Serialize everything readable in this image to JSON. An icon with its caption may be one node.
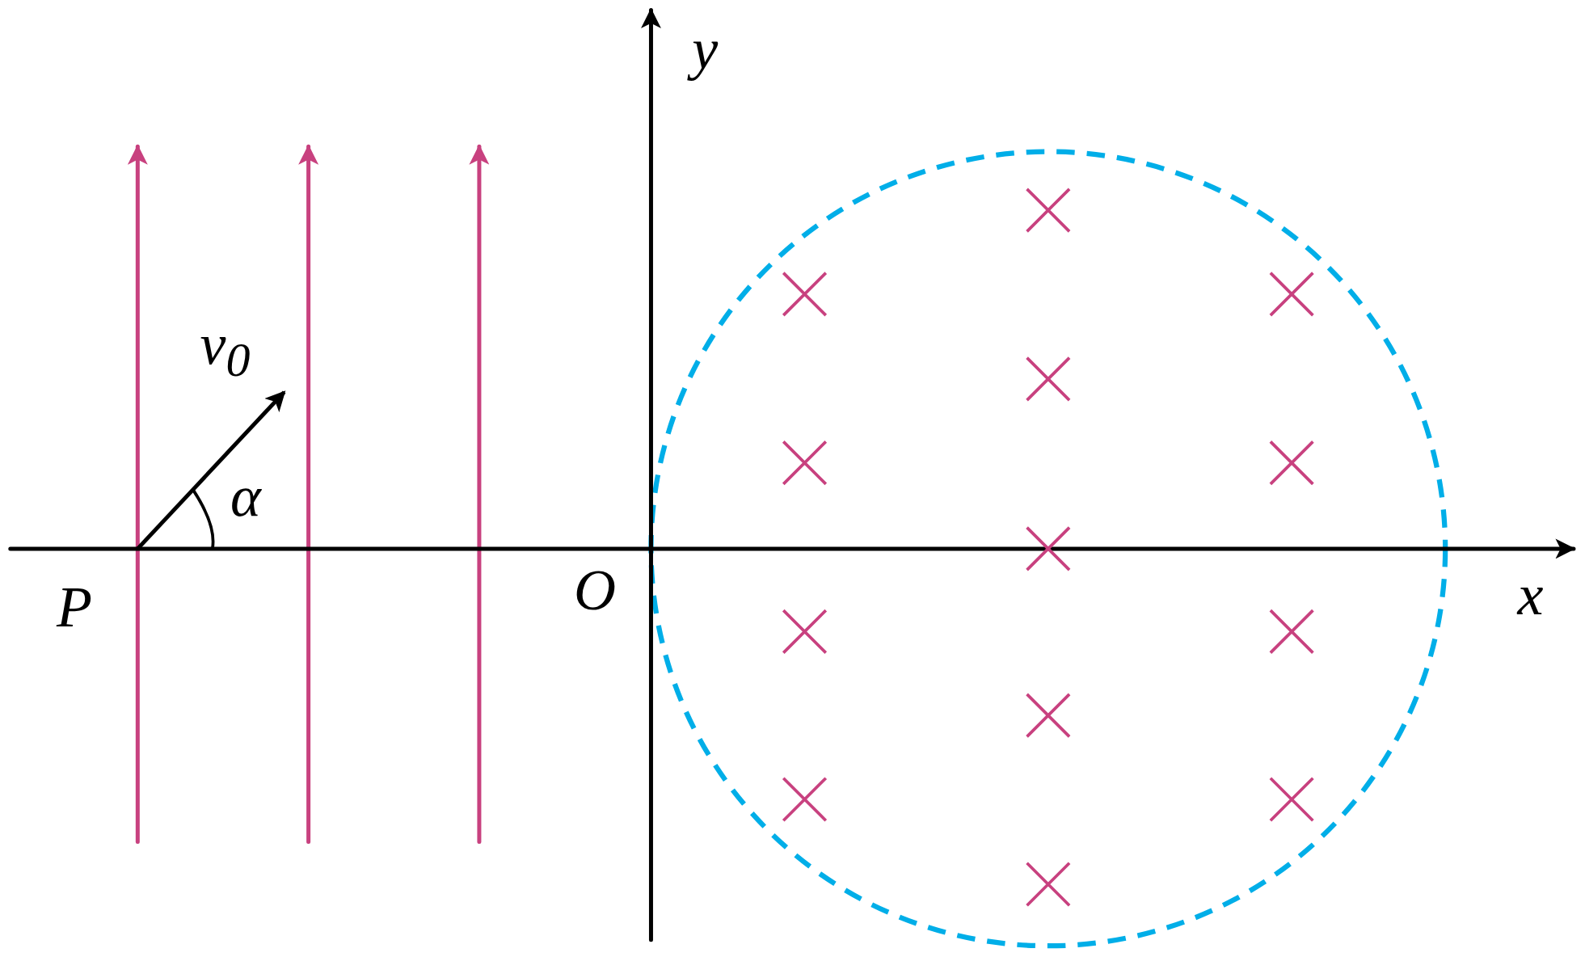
{
  "diagram": {
    "labels": [
      "y",
      "v$_{0}$",
      "α",
      "P",
      "O",
      "x"
    ]
  }
}
